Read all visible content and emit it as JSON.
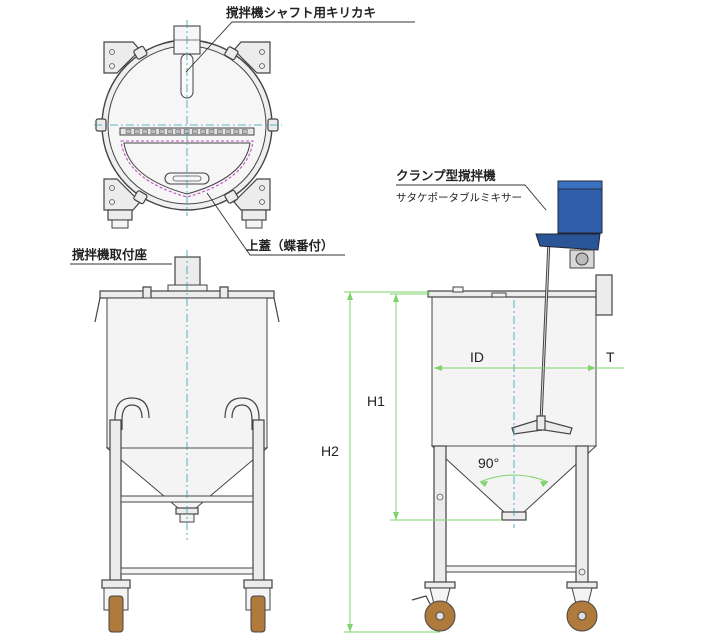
{
  "labels": {
    "shaft_hole": "撹拌機シャフト用キリカキ",
    "lid": "上蓋（蝶番付）",
    "mount_seat": "撹拌機取付座",
    "clamp_mixer": "クランプ型撹拌機",
    "portable_mixer": "サタケポータブルミキサー"
  },
  "dimensions": {
    "id": "ID",
    "t": "T",
    "h1": "H1",
    "h2": "H2",
    "angle": "90°"
  },
  "colors": {
    "centerline": "#2a9fb3",
    "dimension": "#7fd36a",
    "motor": "#2f5fa8",
    "wheel": "#b07a3c",
    "lid_gasket": "#c050c0"
  }
}
